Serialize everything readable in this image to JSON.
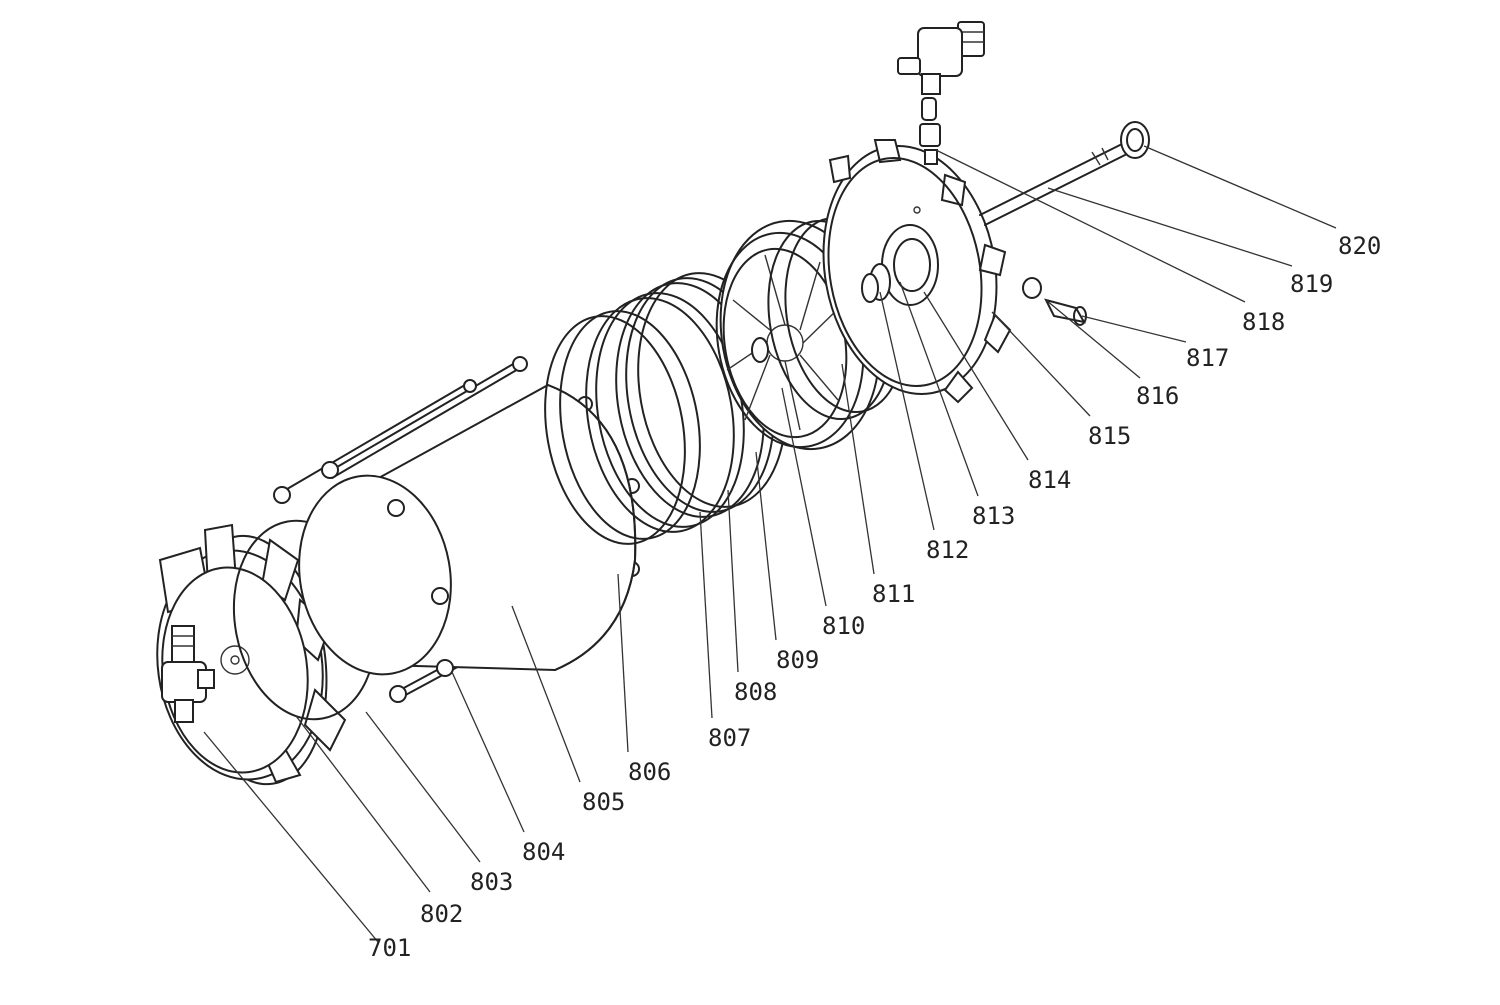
{
  "callouts": [
    {
      "id": "701",
      "text": "701"
    },
    {
      "id": "802",
      "text": "802"
    },
    {
      "id": "803",
      "text": "803"
    },
    {
      "id": "804",
      "text": "804"
    },
    {
      "id": "805",
      "text": "805"
    },
    {
      "id": "806",
      "text": "806"
    },
    {
      "id": "807",
      "text": "807"
    },
    {
      "id": "808",
      "text": "808"
    },
    {
      "id": "809",
      "text": "809"
    },
    {
      "id": "810",
      "text": "810"
    },
    {
      "id": "811",
      "text": "811"
    },
    {
      "id": "812",
      "text": "812"
    },
    {
      "id": "813",
      "text": "813"
    },
    {
      "id": "814",
      "text": "814"
    },
    {
      "id": "815",
      "text": "815"
    },
    {
      "id": "816",
      "text": "816"
    },
    {
      "id": "817",
      "text": "817"
    },
    {
      "id": "818",
      "text": "818"
    },
    {
      "id": "819",
      "text": "819"
    },
    {
      "id": "820",
      "text": "820"
    }
  ],
  "colors": {
    "line": "#222222",
    "background": "#ffffff"
  }
}
